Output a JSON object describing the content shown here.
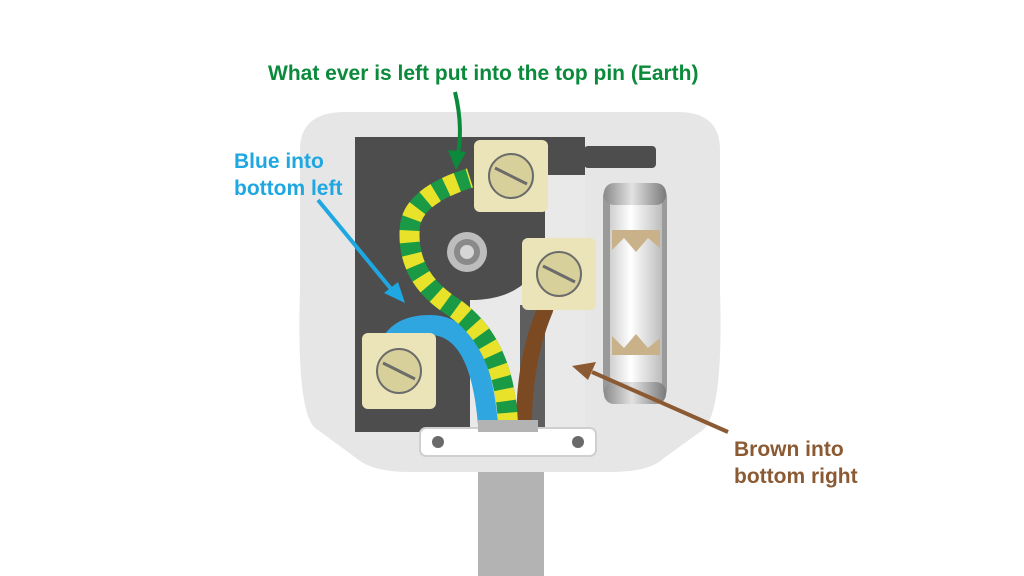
{
  "labels": {
    "earth": "What ever is left put into the top pin (Earth)",
    "blue_line1": "Blue into",
    "blue_line2": "bottom left",
    "brown_line1": "Brown into",
    "brown_line2": "bottom right"
  },
  "colors": {
    "earth_text": "#0a8a3a",
    "blue_text": "#1ea7e1",
    "brown_text": "#8b5a33",
    "plug_body": "#e6e6e6",
    "plug_interior": "#4d4d4d",
    "terminal": "#eae4b8",
    "cable": "#b3b3b3",
    "earth_wire_green": "#1b9a45",
    "earth_wire_yellow": "#e8e22b",
    "neutral_wire": "#2fa6e0",
    "live_wire": "#7b4a23"
  },
  "icons": {
    "plug": "uk-plug-diagram",
    "fuse": "fuse-icon",
    "screw": "screw-icon"
  }
}
